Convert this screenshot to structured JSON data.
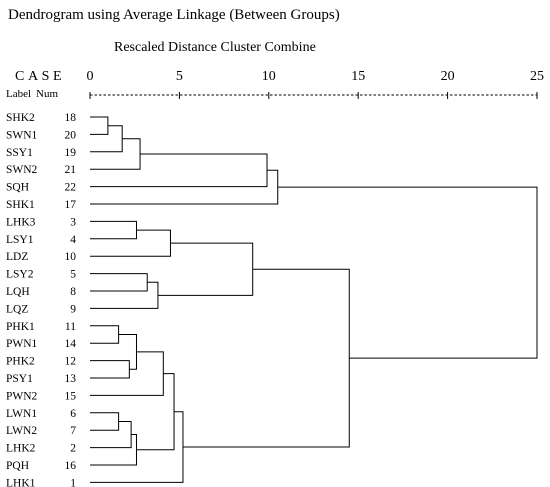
{
  "chart_data": {
    "type": "dendrogram",
    "title": "Dendrogram using Average Linkage (Between Groups)",
    "subtitle": "Rescaled Distance Cluster Combine",
    "case_header": "CASE",
    "label_header": "Label",
    "num_header": "Num",
    "xlim": [
      0,
      25
    ],
    "x_ticks": [
      0,
      5,
      10,
      15,
      20,
      25
    ],
    "x_tick_labels": [
      "0",
      "5",
      "10",
      "15",
      "20",
      "25"
    ],
    "leaves": [
      {
        "label": "SHK2",
        "num": "18"
      },
      {
        "label": "SWN1",
        "num": "20"
      },
      {
        "label": "SSY1",
        "num": "19"
      },
      {
        "label": "SWN2",
        "num": "21"
      },
      {
        "label": "SQH",
        "num": "22"
      },
      {
        "label": "SHK1",
        "num": "17"
      },
      {
        "label": "LHK3",
        "num": "3"
      },
      {
        "label": "LSY1",
        "num": "4"
      },
      {
        "label": "LDZ",
        "num": "10"
      },
      {
        "label": "LSY2",
        "num": "5"
      },
      {
        "label": "LQH",
        "num": "8"
      },
      {
        "label": "LQZ",
        "num": "9"
      },
      {
        "label": "PHK1",
        "num": "11"
      },
      {
        "label": "PWN1",
        "num": "14"
      },
      {
        "label": "PHK2",
        "num": "12"
      },
      {
        "label": "PSY1",
        "num": "13"
      },
      {
        "label": "PWN2",
        "num": "15"
      },
      {
        "label": "LWN1",
        "num": "6"
      },
      {
        "label": "LWN2",
        "num": "7"
      },
      {
        "label": "LHK2",
        "num": "2"
      },
      {
        "label": "PQH",
        "num": "16"
      },
      {
        "label": "LHK1",
        "num": "1"
      }
    ],
    "merges": [
      {
        "children": [
          "L0",
          "L1"
        ],
        "height": 1.0
      },
      {
        "children": [
          "M0",
          "L2"
        ],
        "height": 1.8
      },
      {
        "children": [
          "M1",
          "L3"
        ],
        "height": 2.8
      },
      {
        "children": [
          "L6",
          "L7"
        ],
        "height": 2.6
      },
      {
        "children": [
          "M3",
          "L8"
        ],
        "height": 4.5
      },
      {
        "children": [
          "L9",
          "L10"
        ],
        "height": 3.2
      },
      {
        "children": [
          "M5",
          "L11"
        ],
        "height": 3.8
      },
      {
        "children": [
          "M4",
          "M6"
        ],
        "height": 9.1
      },
      {
        "children": [
          "L12",
          "L13"
        ],
        "height": 1.6
      },
      {
        "children": [
          "L14",
          "L15"
        ],
        "height": 2.2
      },
      {
        "children": [
          "M8",
          "M9"
        ],
        "height": 2.6
      },
      {
        "children": [
          "M10",
          "L16"
        ],
        "height": 4.1
      },
      {
        "children": [
          "L17",
          "L18"
        ],
        "height": 1.6
      },
      {
        "children": [
          "M12",
          "L19"
        ],
        "height": 2.3
      },
      {
        "children": [
          "M13",
          "L20"
        ],
        "height": 2.6
      },
      {
        "children": [
          "M11",
          "M14"
        ],
        "height": 4.7
      },
      {
        "children": [
          "M15",
          "L21"
        ],
        "height": 5.2
      },
      {
        "children": [
          "M2",
          "L4"
        ],
        "height": 9.9
      },
      {
        "children": [
          "M17",
          "L5"
        ],
        "height": 10.5
      },
      {
        "children": [
          "M7",
          "M16"
        ],
        "height": 14.5
      },
      {
        "children": [
          "M18",
          "M19"
        ],
        "height": 25.0
      }
    ]
  }
}
